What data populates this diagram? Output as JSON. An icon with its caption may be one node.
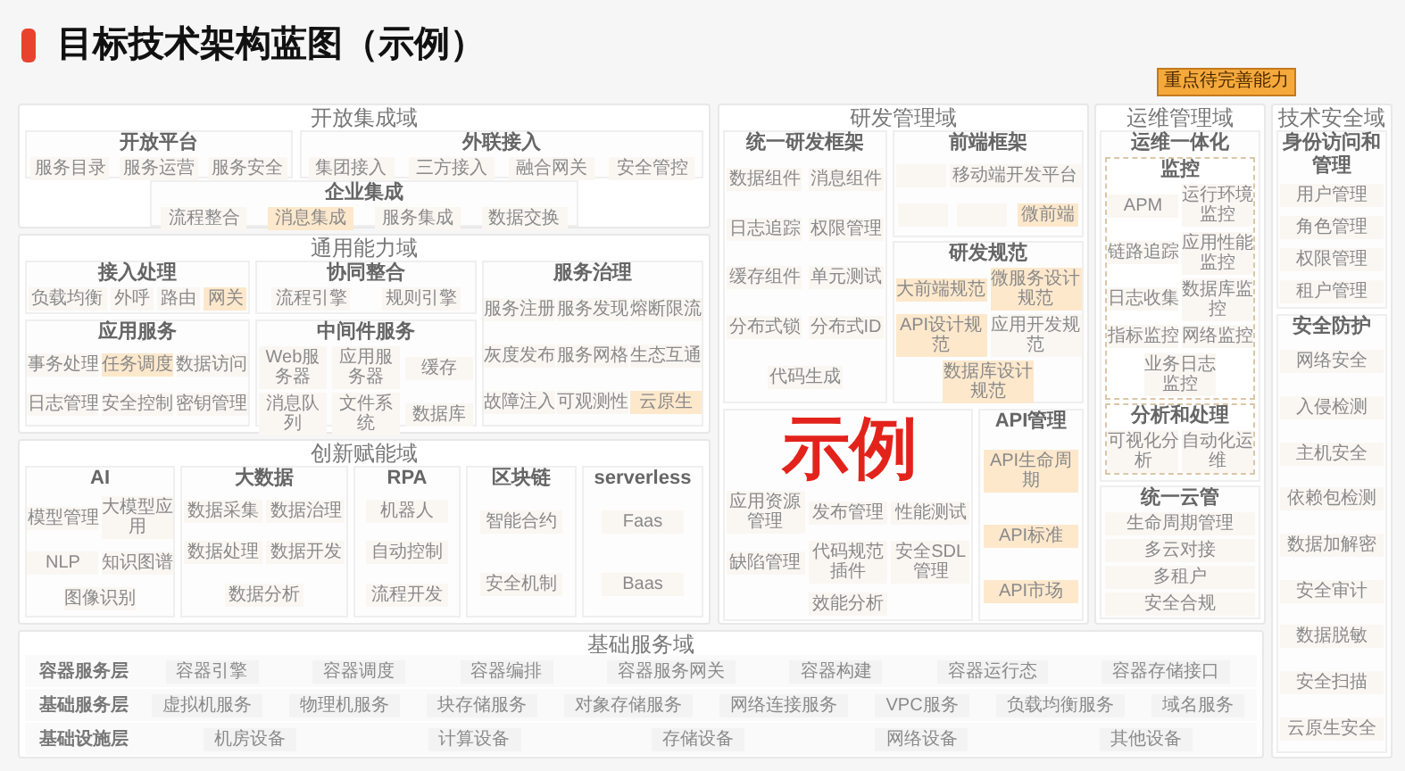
{
  "diagram": {
    "title": "目标技术架构蓝图（示例）",
    "nodes": [
      {
        "text": [
          "开放集成域"
        ]
      },
      {
        "text": [
          "开放平台"
        ],
        "in": 0
      },
      {
        "text": [
          "服务目录"
        ],
        "in": 1
      },
      {
        "text": [
          "服务运营"
        ],
        "in": 1
      },
      {
        "text": [
          "服务安全"
        ],
        "in": 1
      },
      {
        "text": [
          "外联接入"
        ],
        "in": 0
      },
      {
        "text": [
          "集团接入"
        ],
        "in": 5
      },
      {
        "text": [
          "三方接入"
        ],
        "in": 5
      },
      {
        "text": [
          "融合网关"
        ],
        "in": 5
      },
      {
        "text": [
          "安全管控"
        ],
        "in": 5
      },
      {
        "text": [
          "企业集成"
        ],
        "in": 0
      },
      {
        "text": [
          "流程整合"
        ],
        "in": 10
      },
      {
        "text": [
          "消息集成"
        ],
        "in": 10
      },
      {
        "text": [
          "服务集成"
        ],
        "in": 10
      },
      {
        "text": [
          "数据交换"
        ],
        "in": 10
      },
      {
        "text": [
          "通用能力域"
        ]
      },
      {
        "text": [
          "接入处理"
        ],
        "in": 15
      },
      {
        "text": [
          "负载均衡"
        ],
        "in": 16
      },
      {
        "text": [
          "外呼"
        ],
        "in": 16
      },
      {
        "text": [
          "路由"
        ],
        "in": 16
      },
      {
        "text": [
          "网关"
        ],
        "in": 16
      },
      {
        "text": [
          "协同整合"
        ],
        "in": 15
      },
      {
        "text": [
          "流程引擎"
        ],
        "in": 21
      },
      {
        "text": [
          "规则引擎"
        ],
        "in": 21
      },
      {
        "text": [
          "服务治理"
        ],
        "in": 15
      },
      {
        "text": [
          "服务注册"
        ],
        "in": 24
      },
      {
        "text": [
          "服务发现"
        ],
        "in": 24
      },
      {
        "text": [
          "熔断限流"
        ],
        "in": 24
      },
      {
        "text": [
          "灰度发布"
        ],
        "in": 24
      },
      {
        "text": [
          "服务网格"
        ],
        "in": 24
      },
      {
        "text": [
          "生态互通"
        ],
        "in": 24
      },
      {
        "text": [
          "故障注入"
        ],
        "in": 24
      },
      {
        "text": [
          "可观测性"
        ],
        "in": 24
      },
      {
        "text": [
          "云原生"
        ],
        "in": 24
      },
      {
        "text": [
          "应用服务"
        ],
        "in": 15
      },
      {
        "text": [
          "事务处理"
        ],
        "in": 34
      },
      {
        "text": [
          "任务调度"
        ],
        "in": 34
      },
      {
        "text": [
          "数据访问"
        ],
        "in": 34
      },
      {
        "text": [
          "日志管理"
        ],
        "in": 34
      },
      {
        "text": [
          "安全控制"
        ],
        "in": 34
      },
      {
        "text": [
          "密钥管理"
        ],
        "in": 34
      },
      {
        "text": [
          "中间件服务"
        ],
        "in": 15
      },
      {
        "text": [
          "Web服务器"
        ],
        "in": 41
      },
      {
        "text": [
          "应用服务器"
        ],
        "in": 41
      },
      {
        "text": [
          "缓存"
        ],
        "in": 41
      },
      {
        "text": [
          "消息队列"
        ],
        "in": 41
      },
      {
        "text": [
          "文件系统"
        ],
        "in": 41
      },
      {
        "text": [
          "数据库"
        ],
        "in": 41
      },
      {
        "text": [
          "创新赋能域"
        ]
      },
      {
        "text": [
          "AI"
        ],
        "in": 48
      },
      {
        "text": [
          "模型管理"
        ],
        "in": 49
      },
      {
        "text": [
          "大模型应用"
        ],
        "in": 49
      },
      {
        "text": [
          "NLP"
        ],
        "in": 49
      },
      {
        "text": [
          "知识图谱"
        ],
        "in": 49
      },
      {
        "text": [
          "图像识别"
        ],
        "in": 49
      },
      {
        "text": [
          "大数据"
        ],
        "in": 48
      },
      {
        "text": [
          "数据采集"
        ],
        "in": 55
      },
      {
        "text": [
          "数据治理"
        ],
        "in": 55
      },
      {
        "text": [
          "数据处理"
        ],
        "in": 55
      },
      {
        "text": [
          "数据开发"
        ],
        "in": 55
      },
      {
        "text": [
          "数据分析"
        ],
        "in": 55
      },
      {
        "text": [
          "RPA"
        ],
        "in": 48
      },
      {
        "text": [
          "机器人"
        ],
        "in": 61
      },
      {
        "text": [
          "自动控制"
        ],
        "in": 61
      },
      {
        "text": [
          "流程开发"
        ],
        "in": 61
      },
      {
        "text": [
          "区块链"
        ],
        "in": 48
      },
      {
        "text": [
          "智能合约"
        ],
        "in": 65
      },
      {
        "text": [
          "安全机制"
        ],
        "in": 65
      },
      {
        "text": [
          "serverless"
        ],
        "in": 48
      },
      {
        "text": [
          "Faas"
        ],
        "in": 68
      },
      {
        "text": [
          "Baas"
        ],
        "in": 68
      },
      {
        "text": [
          "研发管理域"
        ]
      },
      {
        "text": [
          "统一研发框架"
        ],
        "in": 71
      },
      {
        "text": [
          "数据组件"
        ],
        "in": 72
      },
      {
        "text": [
          "消息组件"
        ],
        "in": 72
      },
      {
        "text": [
          "日志追踪"
        ],
        "in": 72
      },
      {
        "text": [
          "权限管理"
        ],
        "in": 72
      },
      {
        "text": [
          "缓存组件"
        ],
        "in": 72
      },
      {
        "text": [
          "单元测试"
        ],
        "in": 72
      },
      {
        "text": [
          "分布式锁"
        ],
        "in": 72
      },
      {
        "text": [
          "分布式ID"
        ],
        "in": 72
      },
      {
        "text": [
          "代码生成"
        ],
        "in": 72
      },
      {
        "text": [
          "前端框架"
        ],
        "in": 71
      },
      {
        "text": [],
        "shape": "box",
        "in": 82
      },
      {
        "text": [
          "移动端开发平台"
        ],
        "in": 82
      },
      {
        "text": [],
        "shape": "box",
        "in": 82
      },
      {
        "text": [],
        "shape": "box",
        "in": 82
      },
      {
        "text": [
          "微前端"
        ],
        "in": 82
      },
      {
        "text": [
          "研发规范"
        ],
        "in": 71
      },
      {
        "text": [
          "大前端规范"
        ],
        "in": 88
      },
      {
        "text": [
          "微服务设计规范"
        ],
        "in": 88
      },
      {
        "text": [
          "API设计规范"
        ],
        "in": 88
      },
      {
        "text": [
          "应用开发规范"
        ],
        "in": 88
      },
      {
        "text": [
          "数据库设计规范"
        ],
        "in": 88
      },
      {
        "text": [],
        "shape": "box",
        "in": 71
      },
      {
        "text": [
          "应用资源管理"
        ],
        "in": 94
      },
      {
        "text": [
          "发布管理"
        ],
        "in": 94
      },
      {
        "text": [
          "性能测试"
        ],
        "in": 94
      },
      {
        "text": [
          "缺陷管理"
        ],
        "in": 94
      },
      {
        "text": [
          "代码规范插件"
        ],
        "in": 94
      },
      {
        "text": [
          "安全SDL管理"
        ],
        "in": 94
      },
      {
        "text": [
          "效能分析"
        ],
        "in": 94
      },
      {
        "text": [
          "API管理"
        ],
        "in": 71
      },
      {
        "text": [
          "API生命周期"
        ],
        "in": 102
      },
      {
        "text": [
          "API标准"
        ],
        "in": 102
      },
      {
        "text": [
          "API市场"
        ],
        "in": 102
      },
      {
        "text": [
          "运维管理域"
        ]
      },
      {
        "text": [
          "运维一体化"
        ],
        "in": 106
      },
      {
        "text": [
          "监控"
        ],
        "in": 107
      },
      {
        "text": [
          "APM"
        ],
        "in": 108
      },
      {
        "text": [
          "运行环境监控"
        ],
        "in": 108
      },
      {
        "text": [
          "链路追踪"
        ],
        "in": 108
      },
      {
        "text": [
          "应用性能监控"
        ],
        "in": 108
      },
      {
        "text": [
          "日志收集"
        ],
        "in": 108
      },
      {
        "text": [
          "数据库监控"
        ],
        "in": 108
      },
      {
        "text": [
          "指标监控"
        ],
        "in": 108
      },
      {
        "text": [
          "网络监控"
        ],
        "in": 108
      },
      {
        "text": [
          "业务日志监控"
        ],
        "in": 108
      },
      {
        "text": [
          "分析和处理"
        ],
        "in": 107
      },
      {
        "text": [
          "可视化分析"
        ],
        "in": 118
      },
      {
        "text": [
          "自动化运维"
        ],
        "in": 118
      },
      {
        "text": [
          "统一云管"
        ],
        "in": 106
      },
      {
        "text": [
          "生命周期管理"
        ],
        "in": 121
      },
      {
        "text": [
          "多云对接"
        ],
        "in": 121
      },
      {
        "text": [
          "多租户"
        ],
        "in": 121
      },
      {
        "text": [
          "安全合规"
        ],
        "in": 121
      },
      {
        "text": [
          "技术安全域"
        ]
      },
      {
        "text": [
          "身份访问和管理"
        ],
        "in": 126
      },
      {
        "text": [
          "用户管理"
        ],
        "in": 127
      },
      {
        "text": [
          "角色管理"
        ],
        "in": 127
      },
      {
        "text": [
          "权限管理"
        ],
        "in": 127
      },
      {
        "text": [
          "租户管理"
        ],
        "in": 127
      },
      {
        "text": [
          "安全防护"
        ],
        "in": 126
      },
      {
        "text": [
          "网络安全"
        ],
        "in": 132
      },
      {
        "text": [
          "入侵检测"
        ],
        "in": 132
      },
      {
        "text": [
          "主机安全"
        ],
        "in": 132
      },
      {
        "text": [
          "依赖包检测"
        ],
        "in": 132
      },
      {
        "text": [
          "数据加解密"
        ],
        "in": 132
      },
      {
        "text": [
          "安全审计"
        ],
        "in": 132
      },
      {
        "text": [
          "数据脱敏"
        ],
        "in": 132
      },
      {
        "text": [
          "安全扫描"
        ],
        "in": 132
      },
      {
        "text": [
          "云原生安全"
        ],
        "in": 132
      },
      {
        "text": [
          "基础服务域"
        ]
      },
      {
        "text": [
          "容器服务层"
        ],
        "in": 142
      },
      {
        "text": [
          "容器引擎"
        ],
        "in": 143
      },
      {
        "text": [
          "容器调度"
        ],
        "in": 143
      },
      {
        "text": [
          "容器编排"
        ],
        "in": 143
      },
      {
        "text": [
          "容器服务网关"
        ],
        "in": 143
      },
      {
        "text": [
          "容器构建"
        ],
        "in": 143
      },
      {
        "text": [
          "容器运行态"
        ],
        "in": 143
      },
      {
        "text": [
          "容器存储接口"
        ],
        "in": 143
      },
      {
        "text": [
          "基础服务层"
        ],
        "in": 142
      },
      {
        "text": [
          "虚拟机服务"
        ],
        "in": 151
      },
      {
        "text": [
          "物理机服务"
        ],
        "in": 151
      },
      {
        "text": [
          "块存储服务"
        ],
        "in": 151
      },
      {
        "text": [
          "对象存储服务"
        ],
        "in": 151
      },
      {
        "text": [
          "网络连接服务"
        ],
        "in": 151
      },
      {
        "text": [
          "VPC服务"
        ],
        "in": 151
      },
      {
        "text": [
          "负载均衡服务"
        ],
        "in": 151
      },
      {
        "text": [
          "域名服务"
        ],
        "in": 151
      },
      {
        "text": [
          "基础设施层"
        ],
        "in": 142
      },
      {
        "text": [
          "机房设备"
        ],
        "in": 160
      },
      {
        "text": [
          "计算设备"
        ],
        "in": 160
      },
      {
        "text": [
          "存储设备"
        ],
        "in": 160
      },
      {
        "text": [
          "网络设备"
        ],
        "in": 160
      },
      {
        "text": [
          "其他设备"
        ],
        "in": 160
      }
    ],
    "labels": [
      "示例"
    ],
    "legend": [
      {
        "text": "重点待完善能力",
        "color": "#f6a93b"
      }
    ]
  }
}
